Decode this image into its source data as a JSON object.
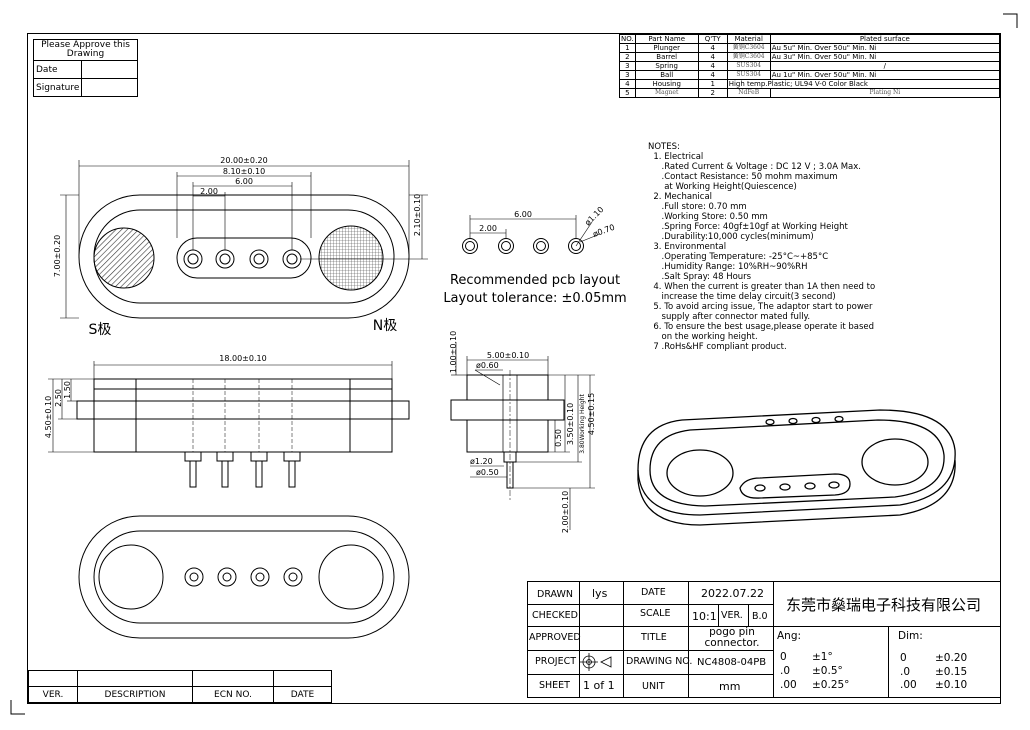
{
  "approval_box": {
    "title": "Please Approve this Drawing",
    "date_label": "Date",
    "signature_label": "Signature"
  },
  "bom": {
    "headers": [
      "NO.",
      "Part Name",
      "Q'TY",
      "Material",
      "Plated surface"
    ],
    "rows": [
      {
        "no": "1",
        "part": "Plunger",
        "qty": "4",
        "material": "黄铜C3604",
        "plating": "Au 5u\" Min. Over 50u\" Min. Ni"
      },
      {
        "no": "2",
        "part": "Barrel",
        "qty": "4",
        "material": "黄铜C3604",
        "plating": "Au 3u\" Min. Over 50u\" Min. Ni"
      },
      {
        "no": "3",
        "part": "Spring",
        "qty": "4",
        "material": "SUS304",
        "plating": "/"
      },
      {
        "no": "3",
        "part": "Ball",
        "qty": "4",
        "material": "SUS304",
        "plating": "Au 1u\" Min. Over 50u\" Min. Ni"
      },
      {
        "no": "4",
        "part": "Housing",
        "qty": "1",
        "material": "High temp.Plastic; UL94 V-0 Color Black",
        "plating": ""
      },
      {
        "no": "5",
        "part": "Magnet",
        "qty": "2",
        "material": "NdFeB",
        "plating": "Plating Ni"
      }
    ]
  },
  "notes": {
    "title": "NOTES:",
    "text": "  1. Electrical\n     .Rated Current & Voltage : DC 12 V ; 3.0A Max.\n     .Contact Resistance: 50 mohm maximum\n      at Working Height(Quiescence)\n  2. Mechanical\n     .Full store: 0.70 mm\n     .Working Store: 0.50 mm\n     .Spring Force: 40gf±10gf at Working Height\n     .Durability:10,000 cycles(minimum)\n  3. Environmental\n     .Operating Temperature: -25°C~+85°C\n     .Humidity Range: 10%RH~90%RH\n     .Salt Spray: 48 Hours\n  4. When the current is greater than 1A then need to\n     increase the time delay circuit(3 second)\n  5. To avoid arcing issue, The adaptor start to power\n     supply after connector mated fully.\n  6. To ensure the best usage,please operate it based\n     on the working height.\n  7 .RoHs&HF compliant product."
  },
  "top_view": {
    "dim_overall": "20.00±0.20",
    "dim_pin_span": "8.10±0.10",
    "dim_pitch_span": "6.00",
    "dim_pitch": "2.00",
    "dim_height": "7.00±0.20",
    "dim_offset": "2.10±0.10",
    "s_pole": "S极",
    "n_pole": "N极"
  },
  "pcb_layout": {
    "dim_span": "6.00",
    "dim_pitch": "2.00",
    "dim_outer": "ø1.10",
    "dim_inner": "ø0.70",
    "caption1": "Recommended pcb layout",
    "caption2": "Layout tolerance: ±0.05mm"
  },
  "side_view": {
    "dim_width": "18.00±0.10",
    "dim_total_h": "4.50±0.10",
    "dim_body": "2.50",
    "dim_flange": "1.50"
  },
  "section_view": {
    "dim_top": "1.00±0.10",
    "dim_width": "5.00±0.10",
    "dim_hole": "ø0.60",
    "dim_pin_dia": "ø1.20",
    "dim_tip": "ø0.50",
    "dim_spring": "3.50±0.10",
    "dim_work": "3.80Working Height",
    "dim_full": "4.50±0.15",
    "dim_gap": "0.50",
    "dim_tail": "2.00±0.10"
  },
  "revision_table": {
    "headers": [
      "VER.",
      "DESCRIPTION",
      "ECN NO.",
      "DATE"
    ]
  },
  "title_block": {
    "drawn_label": "DRAWN",
    "drawn": "lys",
    "date_label": "DATE",
    "date": "2022.07.22",
    "checked_label": "CHECKED",
    "scale_label": "SCALE",
    "scale": "10:1",
    "ver_label": "VER.",
    "ver": "B.0",
    "approved_label": "APPROVED",
    "title_label": "TITLE",
    "title": "pogo pin connector.",
    "project_label": "PROJECT",
    "drawing_no_label": "DRAWING NO.",
    "drawing_no": "NC4808-04PB",
    "sheet_label": "SHEET",
    "sheet": "1 of 1",
    "unit_label": "UNIT",
    "unit": "mm",
    "company": "东莞市燊瑞电子科技有限公司",
    "ang_label": "Ang:",
    "ang_rows": [
      [
        "0",
        "±1°"
      ],
      [
        ".0",
        "±0.5°"
      ],
      [
        ".00",
        "±0.25°"
      ]
    ],
    "dim_label": "Dim:",
    "dim_rows": [
      [
        "0",
        "±0.20"
      ],
      [
        ".0",
        "±0.15"
      ],
      [
        ".00",
        "±0.10"
      ]
    ]
  }
}
